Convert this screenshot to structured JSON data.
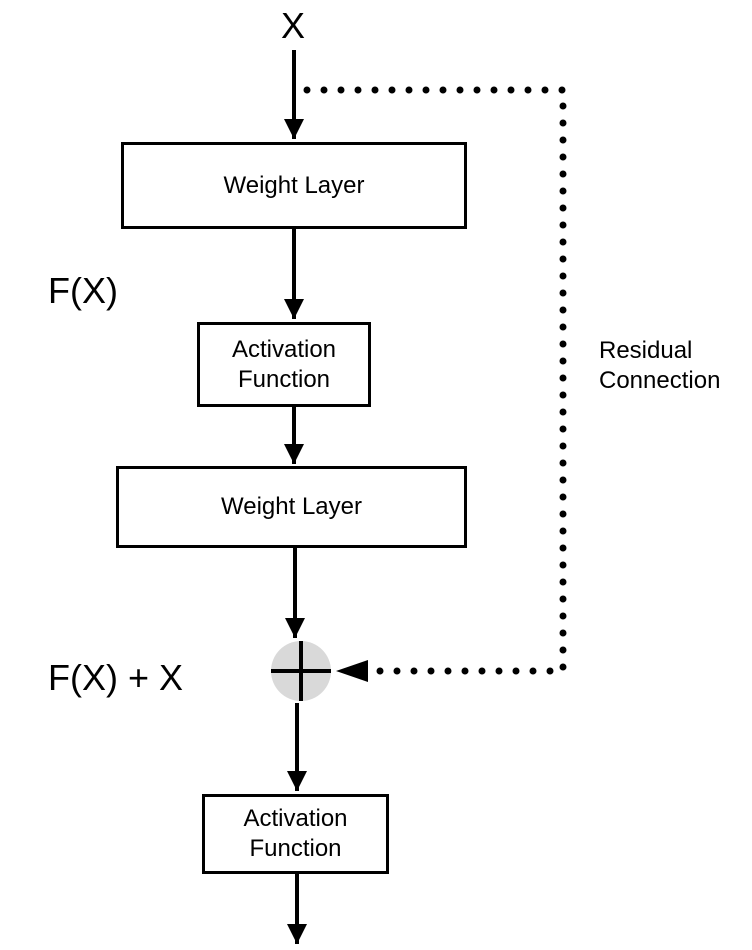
{
  "diagram": {
    "input_label": "X",
    "residual_function_label": "F(X)",
    "sum_label": "F(X) + X",
    "residual_connection_label": [
      "Residual",
      "Connection"
    ],
    "blocks": {
      "weight_layer_1": "Weight Layer",
      "activation_1": [
        "Activation",
        "Function"
      ],
      "weight_layer_2": "Weight Layer",
      "activation_2": [
        "Activation",
        "Function"
      ]
    },
    "colors": {
      "stroke": "#000000",
      "adder_fill": "#d9d9d9"
    }
  }
}
